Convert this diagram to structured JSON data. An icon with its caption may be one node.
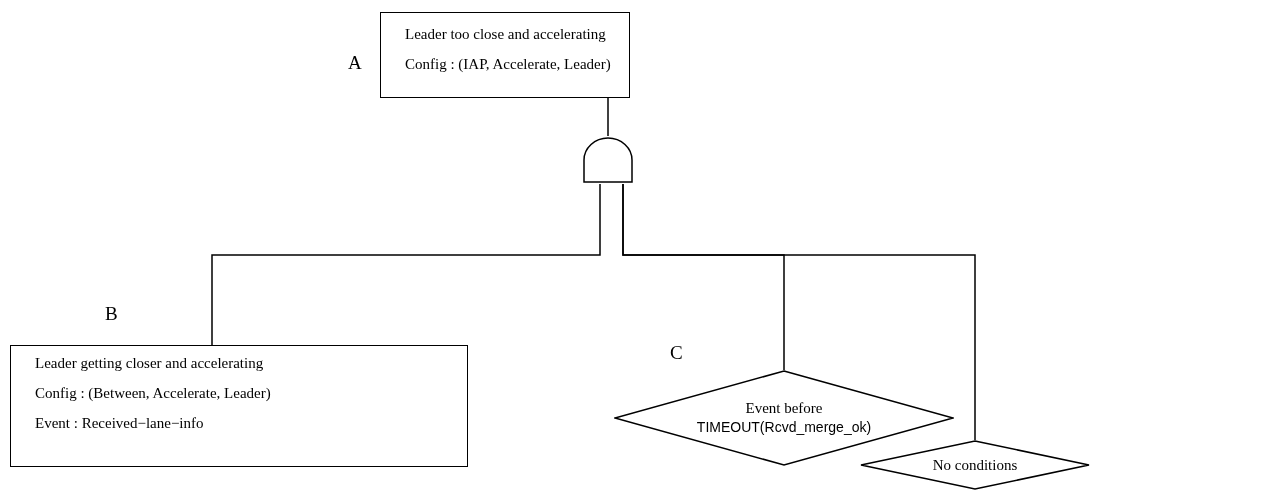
{
  "diagram": {
    "nodes": [
      {
        "text": [
          "Leader too close and accelerating",
          "Config : (IAP, Accelerate, Leader)"
        ],
        "beside": [
          "A"
        ]
      },
      {
        "text": [],
        "shape": "gate"
      },
      {
        "text": [
          "Leader getting closer and accelerating",
          "Config : (Between, Accelerate, Leader)",
          "Event : Received−lane−info"
        ],
        "beside": [
          "B"
        ]
      },
      {
        "text": [
          "Event before",
          "TIMEOUT(Rcvd_merge_ok)"
        ],
        "beside": [
          "C"
        ]
      },
      {
        "text": [
          "No conditions"
        ]
      }
    ],
    "edges": [
      {
        "from": 1,
        "to": 0,
        "arrow": "none"
      },
      {
        "from": 1,
        "to": 2,
        "arrow": "none"
      },
      {
        "from": 1,
        "to": 3,
        "arrow": "none"
      },
      {
        "from": 1,
        "to": 4,
        "arrow": "none"
      }
    ]
  }
}
